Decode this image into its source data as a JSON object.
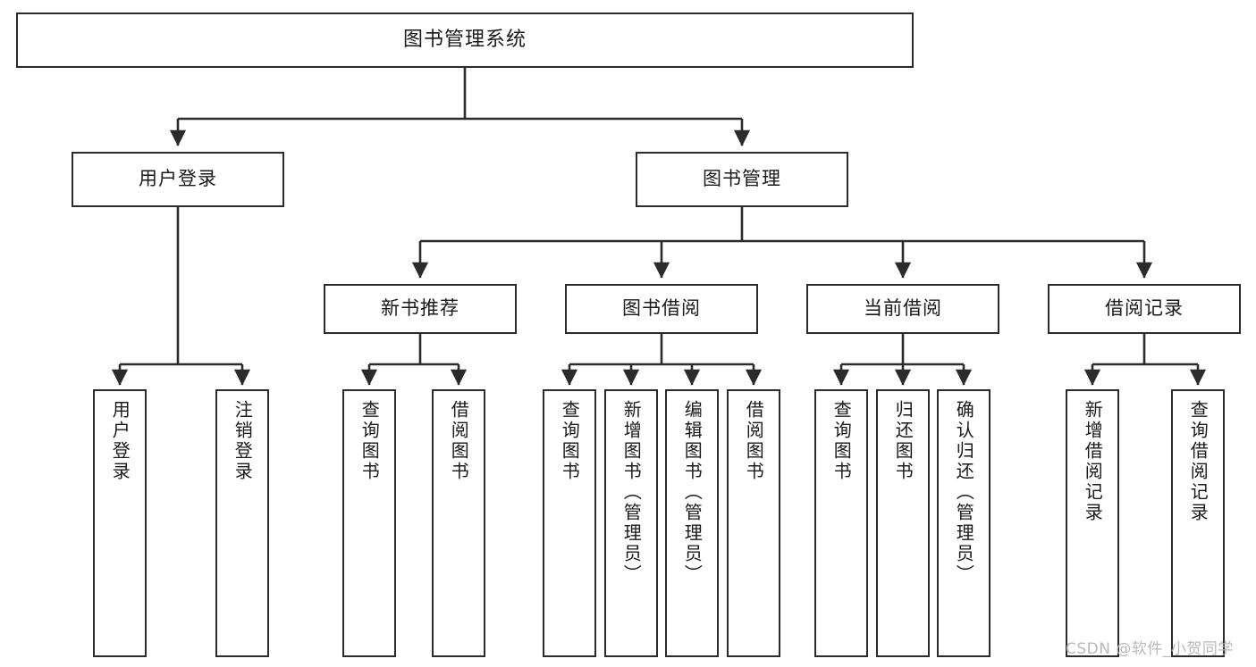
{
  "diagram": {
    "type": "tree-flowchart",
    "title": "图书管理系统",
    "stroke_color": "#2b2b2b",
    "fill_color": "#ffffff",
    "text_color": "#1a1a1a",
    "nodes": {
      "root": {
        "label": "图书管理系统"
      },
      "level2": [
        {
          "id": "user_login",
          "label": "用户登录"
        },
        {
          "id": "book_manage",
          "label": "图书管理"
        }
      ],
      "level3": [
        {
          "id": "new_book_rec",
          "label": "新书推荐"
        },
        {
          "id": "book_borrow",
          "label": "图书借阅"
        },
        {
          "id": "current_borrow",
          "label": "当前借阅"
        },
        {
          "id": "borrow_record",
          "label": "借阅记录"
        }
      ],
      "leaves": [
        {
          "id": "leaf_user_login",
          "label": "用户登录",
          "parent": "user_login"
        },
        {
          "id": "leaf_logout",
          "label": "注销登录",
          "parent": "user_login"
        },
        {
          "id": "leaf_query_book_1",
          "label": "查询图书",
          "parent": "new_book_rec"
        },
        {
          "id": "leaf_borrow_book_1",
          "label": "借阅图书",
          "parent": "new_book_rec"
        },
        {
          "id": "leaf_query_book_2",
          "label": "查询图书",
          "parent": "book_borrow"
        },
        {
          "id": "leaf_add_book",
          "label": "新增图书（管理员）",
          "parent": "book_borrow"
        },
        {
          "id": "leaf_edit_book",
          "label": "编辑图书（管理员）",
          "parent": "book_borrow"
        },
        {
          "id": "leaf_borrow_book_2",
          "label": "借阅图书",
          "parent": "book_borrow"
        },
        {
          "id": "leaf_query_book_3",
          "label": "查询图书",
          "parent": "current_borrow"
        },
        {
          "id": "leaf_return_book",
          "label": "归还图书",
          "parent": "current_borrow"
        },
        {
          "id": "leaf_confirm_return",
          "label": "确认归还（管理员）",
          "parent": "current_borrow"
        },
        {
          "id": "leaf_add_record",
          "label": "新增借阅记录",
          "parent": "borrow_record"
        },
        {
          "id": "leaf_query_record",
          "label": "查询借阅记录",
          "parent": "borrow_record"
        }
      ]
    }
  },
  "watermark": {
    "text": "CSDN @软件_小贺同学"
  }
}
